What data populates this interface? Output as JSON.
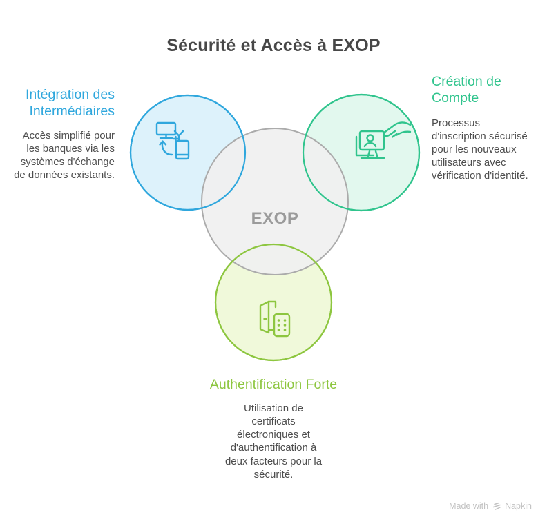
{
  "title": "Sécurité et Accès à EXOP",
  "center": {
    "label": "EXOP"
  },
  "center_circle": {
    "stroke": "#ababab",
    "fill": "#f0f0f0",
    "label_color": "#9b9b9b"
  },
  "sections": [
    {
      "id": "integration-des-intermediaires",
      "heading": "Intégration des Intermédiaires",
      "body": "Accès simplifié pour les banques via les systèmes d'échange de données existants.",
      "accent": "#2fa7dd",
      "circle_fill": "#ddf2fb",
      "icon": "desktop-mobile-sync-icon"
    },
    {
      "id": "creation-de-compte",
      "heading": "Création de Compte",
      "body": "Processus d'inscription sécurisé pour les nouveaux utilisateurs avec vérification d'identité.",
      "accent": "#30c48d",
      "circle_fill": "#e2f8ee",
      "icon": "monitor-user-hand-icon"
    },
    {
      "id": "authentification-forte",
      "heading": "Authentification Forte",
      "body": "Utilisation de certificats électroniques et d'authentification à deux facteurs pour la sécurité.",
      "accent": "#8dc63f",
      "circle_fill": "#f0f9da",
      "icon": "door-keypad-icon"
    }
  ],
  "footer": {
    "made_with": "Made with",
    "brand": "Napkin"
  }
}
